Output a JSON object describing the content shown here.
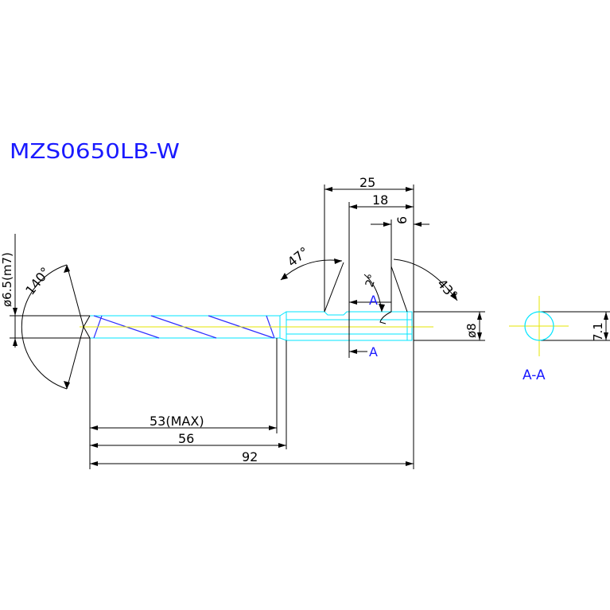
{
  "title": "MZS0650LB-W",
  "dimensions": {
    "d_shank": "ø6.5(m7)",
    "point_angle": "140°",
    "len_25": "25",
    "len_18": "18",
    "len_6": "6",
    "angle_47": "47°",
    "angle_2": "2°",
    "angle_43": "43°",
    "d_body": "ø8",
    "len_53": "53(MAX)",
    "len_56": "56",
    "len_92": "92",
    "sec_71": "7.1"
  },
  "section": {
    "marker": "A",
    "title": "A-A"
  },
  "colors": {
    "outline": "#000000",
    "body": "#00e5ff",
    "center": "#e6e600",
    "flute": "#2f2fff",
    "label": "#1a1aff"
  }
}
